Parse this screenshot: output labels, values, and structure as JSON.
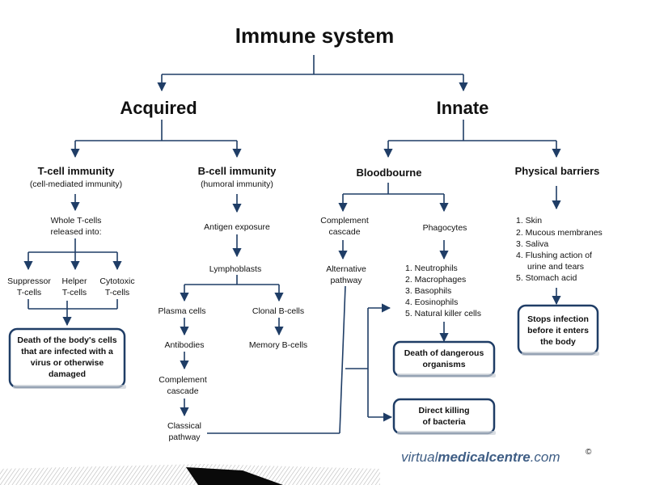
{
  "title": "Immune system",
  "branches": {
    "acquired": "Acquired",
    "innate": "Innate"
  },
  "tcell": {
    "heading": "T-cell immunity",
    "sub": "(cell-mediated immunity)",
    "released": [
      "Whole T-cells",
      "released into:"
    ],
    "suppressor": [
      "Suppressor",
      "T-cells"
    ],
    "helper": [
      "Helper",
      "T-cells"
    ],
    "cytotoxic": [
      "Cytotoxic",
      "T-cells"
    ],
    "outcome": [
      "Death of the body's cells",
      "that are infected with a",
      "virus or otherwise",
      "damaged"
    ]
  },
  "bcell": {
    "heading": "B-cell immunity",
    "sub": "(humoral immunity)",
    "antigen": "Antigen exposure",
    "lymphoblasts": "Lymphoblasts",
    "plasma": "Plasma cells",
    "clonal": "Clonal B-cells",
    "antibodies": "Antibodies",
    "memory": "Memory B-cells",
    "complement": [
      "Complement",
      "cascade"
    ],
    "classical": [
      "Classical",
      "pathway"
    ]
  },
  "bloodbourne": {
    "heading": "Bloodbourne",
    "complement": [
      "Complement",
      "cascade"
    ],
    "alternative": [
      "Alternative",
      "pathway"
    ],
    "phagocytes": "Phagocytes",
    "phagocyte_list": [
      "1. Neutrophils",
      "2. Macrophages",
      "3. Basophils",
      "4. Eosinophils",
      "5. Natural killer cells"
    ],
    "death_box": [
      "Death of dangerous",
      "organisms"
    ],
    "direct_box": [
      "Direct killing",
      "of bacteria"
    ]
  },
  "barriers": {
    "heading": "Physical barriers",
    "list": [
      "1. Skin",
      "2. Mucous membranes",
      "3. Saliva",
      "4. Flushing action of",
      "urine and tears",
      "5. Stomach acid"
    ],
    "box": [
      "Stops infection",
      "before it enters",
      "the body"
    ]
  },
  "watermark": {
    "prefix": "virtual",
    "middle": "medicalcentre",
    "suffix": ".com",
    "mark": "©"
  },
  "colors": {
    "line": "#1f3d66",
    "text": "#111111",
    "box_border": "#1f3d66",
    "watermark": "#3f5e85"
  }
}
